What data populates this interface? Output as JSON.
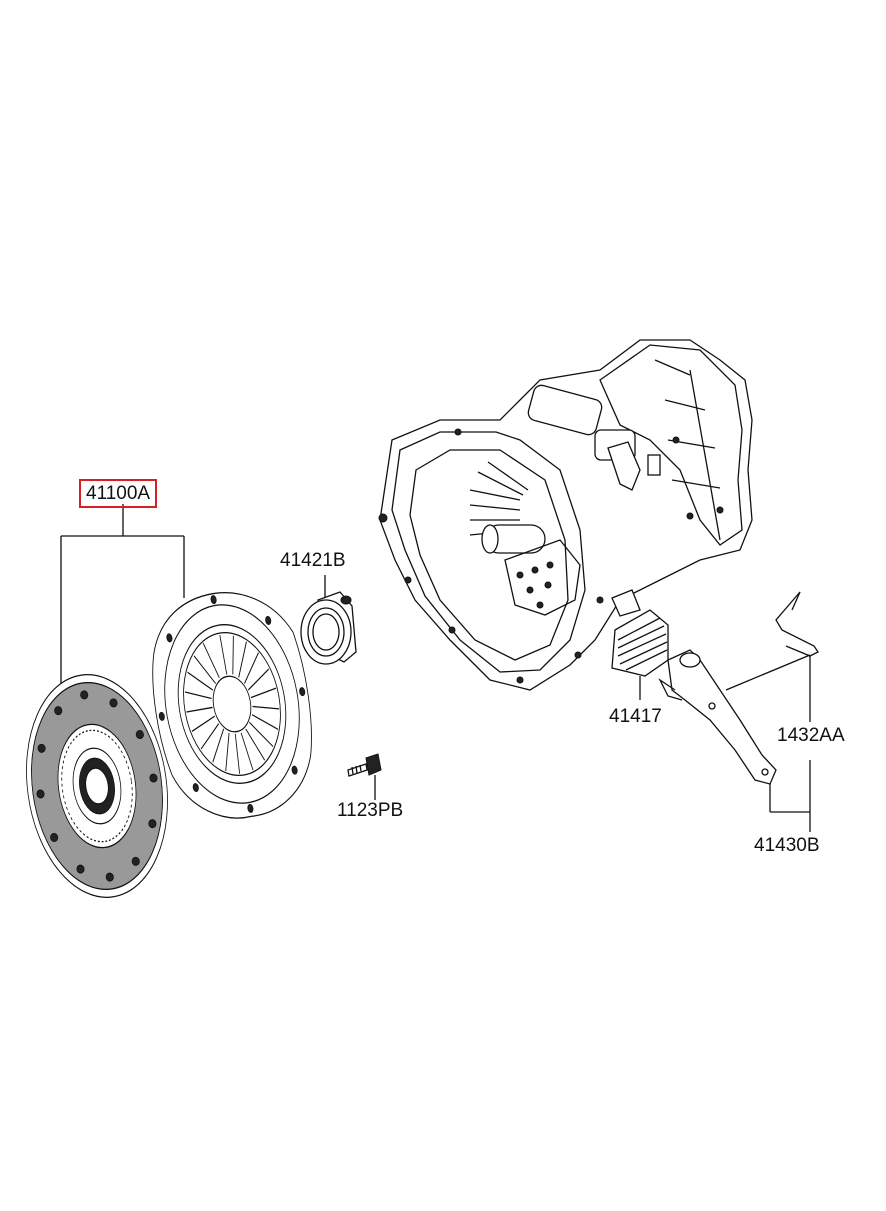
{
  "parts": [
    {
      "id": "clutch-set",
      "label": "41100A",
      "highlighted": true
    },
    {
      "id": "release-bearing",
      "label": "41421B"
    },
    {
      "id": "bolt",
      "label": "1123PB"
    },
    {
      "id": "ball-stud-boot",
      "label": "41417"
    },
    {
      "id": "spring-clip",
      "label": "1432AA"
    },
    {
      "id": "release-fork",
      "label": "41430B"
    }
  ],
  "colors": {
    "highlight": "#d81f26",
    "line": "#111111"
  }
}
